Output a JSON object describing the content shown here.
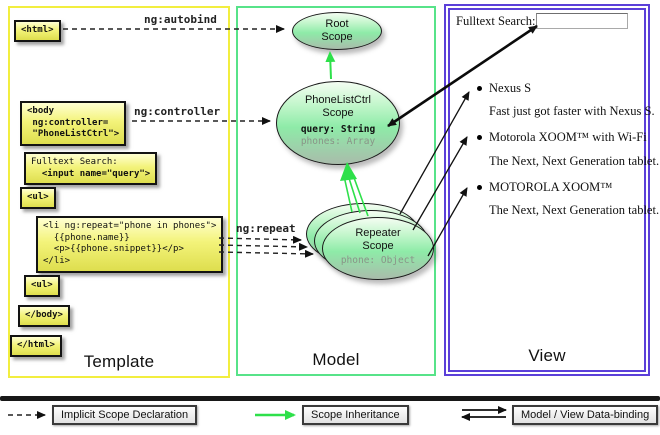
{
  "colors": {
    "template-border": "#f2ee3f",
    "model-border": "#57e389",
    "view-border": "#5b3fd9",
    "green-arrow": "#2ee04a",
    "muted-prop": "#8a9488"
  },
  "panels": {
    "template": {
      "label": "Template"
    },
    "model": {
      "label": "Model"
    },
    "view": {
      "label": "View"
    }
  },
  "template_code": {
    "html_open": {
      "lines": [
        "<html>"
      ]
    },
    "body_open": {
      "lines": [
        "<body",
        " ng:controller=",
        " \"PhoneListCtrl\">"
      ]
    },
    "fulltext": {
      "line1": "Fulltext Search:",
      "line2": "  <input name=\"query\">"
    },
    "ul_open": {
      "lines": [
        "<ul>"
      ]
    },
    "li_repeat": {
      "lines": [
        "<li ng:repeat=\"phone in phones\">",
        "  {{phone.name}}",
        "  <p>{{phone.snippet}}</p>",
        "</li>"
      ]
    },
    "ul_close": {
      "lines": [
        "<ul>"
      ]
    },
    "body_close": {
      "lines": [
        "</body>"
      ]
    },
    "html_close": {
      "lines": [
        "</html>"
      ]
    }
  },
  "arrow_labels": {
    "autobind": "ng:autobind",
    "controller": "ng:controller",
    "repeat": "ng:repeat"
  },
  "scopes": {
    "root": {
      "line1": "Root",
      "line2": "Scope"
    },
    "phonelist": {
      "line1": "PhoneListCtrl",
      "line2": "Scope",
      "prop1": "query: String",
      "prop2": "phones: Array"
    },
    "repeater": {
      "line1": "Repeater",
      "line2": "Scope",
      "prop1": "phone: Object"
    }
  },
  "view": {
    "search_label": "Fulltext Search:",
    "search_value": "",
    "items": [
      {
        "title": "Nexus S",
        "desc": "Fast just got faster with Nexus S."
      },
      {
        "title": "Motorola XOOM™ with Wi-Fi",
        "desc": "The Next, Next Generation tablet."
      },
      {
        "title": "MOTOROLA XOOM™",
        "desc": "The Next, Next Generation tablet."
      }
    ]
  },
  "legend": {
    "implicit": "Implicit Scope Declaration",
    "inheritance": "Scope Inheritance",
    "binding": "Model / View Data-binding"
  }
}
